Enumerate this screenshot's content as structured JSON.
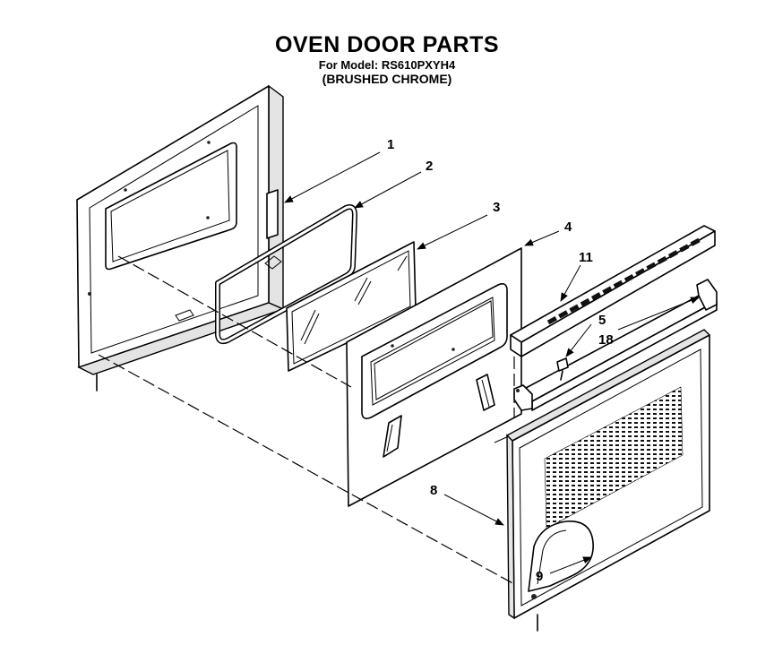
{
  "header": {
    "title": "OVEN DOOR PARTS",
    "model": "For Model: RS610PXYH4",
    "finish": "(BRUSHED CHROME)"
  },
  "callouts": [
    {
      "id": "c1",
      "label": "1"
    },
    {
      "id": "c2",
      "label": "2"
    },
    {
      "id": "c3",
      "label": "3"
    },
    {
      "id": "c4",
      "label": "4"
    },
    {
      "id": "c11",
      "label": "11"
    },
    {
      "id": "c5",
      "label": "5"
    },
    {
      "id": "c18",
      "label": "18"
    },
    {
      "id": "c8",
      "label": "8"
    },
    {
      "id": "c9",
      "label": "9"
    }
  ]
}
